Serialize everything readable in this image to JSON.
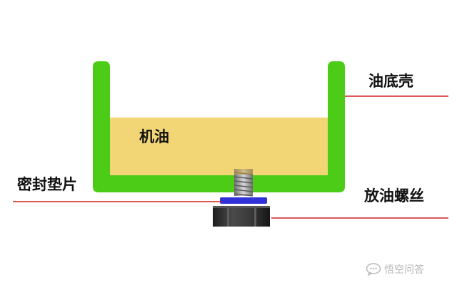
{
  "labels": {
    "oil_pan": "油底壳",
    "engine_oil": "机油",
    "sealing_gasket": "密封垫片",
    "drain_plug": "放油螺丝"
  },
  "watermark": {
    "text": "悟空问答"
  },
  "colors": {
    "pan_green": "#4ccc16",
    "oil_yellow": "#f2d676",
    "leader_red": "#d42020",
    "gasket_blue": "#3232d8",
    "bolt_dark": "#2a2a2a",
    "thread_gray": "#9a9a9a"
  },
  "icons": [
    "chat-bubble-icon"
  ]
}
